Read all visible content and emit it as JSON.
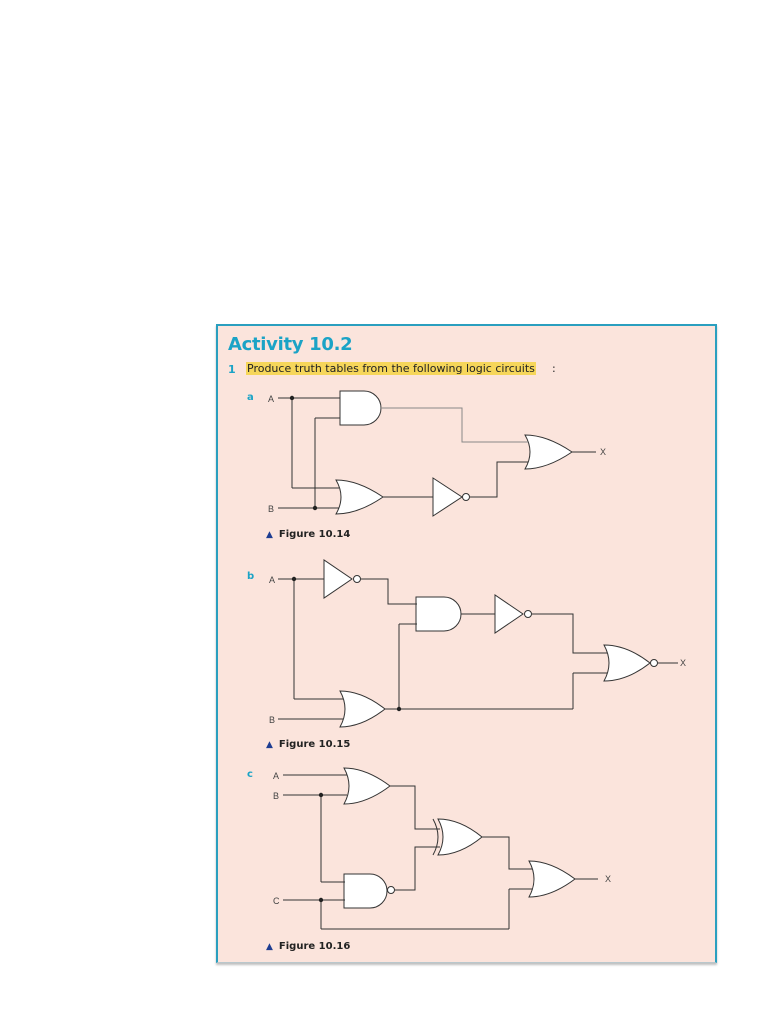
{
  "activity": {
    "title": "Activity 10.2"
  },
  "question": {
    "number": "1",
    "text": "Produce truth tables from the following logic circuits",
    "colon": ":"
  },
  "parts": [
    {
      "label": "a",
      "inputs": [
        "A",
        "B"
      ],
      "output": "X",
      "caption": "Figure 10.14"
    },
    {
      "label": "b",
      "inputs": [
        "A",
        "B"
      ],
      "output": "X",
      "caption": "Figure 10.15"
    },
    {
      "label": "c",
      "inputs": [
        "A",
        "B",
        "C"
      ],
      "output": "X",
      "caption": "Figure 10.16"
    }
  ],
  "colors": {
    "accent": "#1ba3c6",
    "panel_bg": "#fbe4dc",
    "highlight": "#f6d65a",
    "caption_triangle": "#1e3d91"
  }
}
